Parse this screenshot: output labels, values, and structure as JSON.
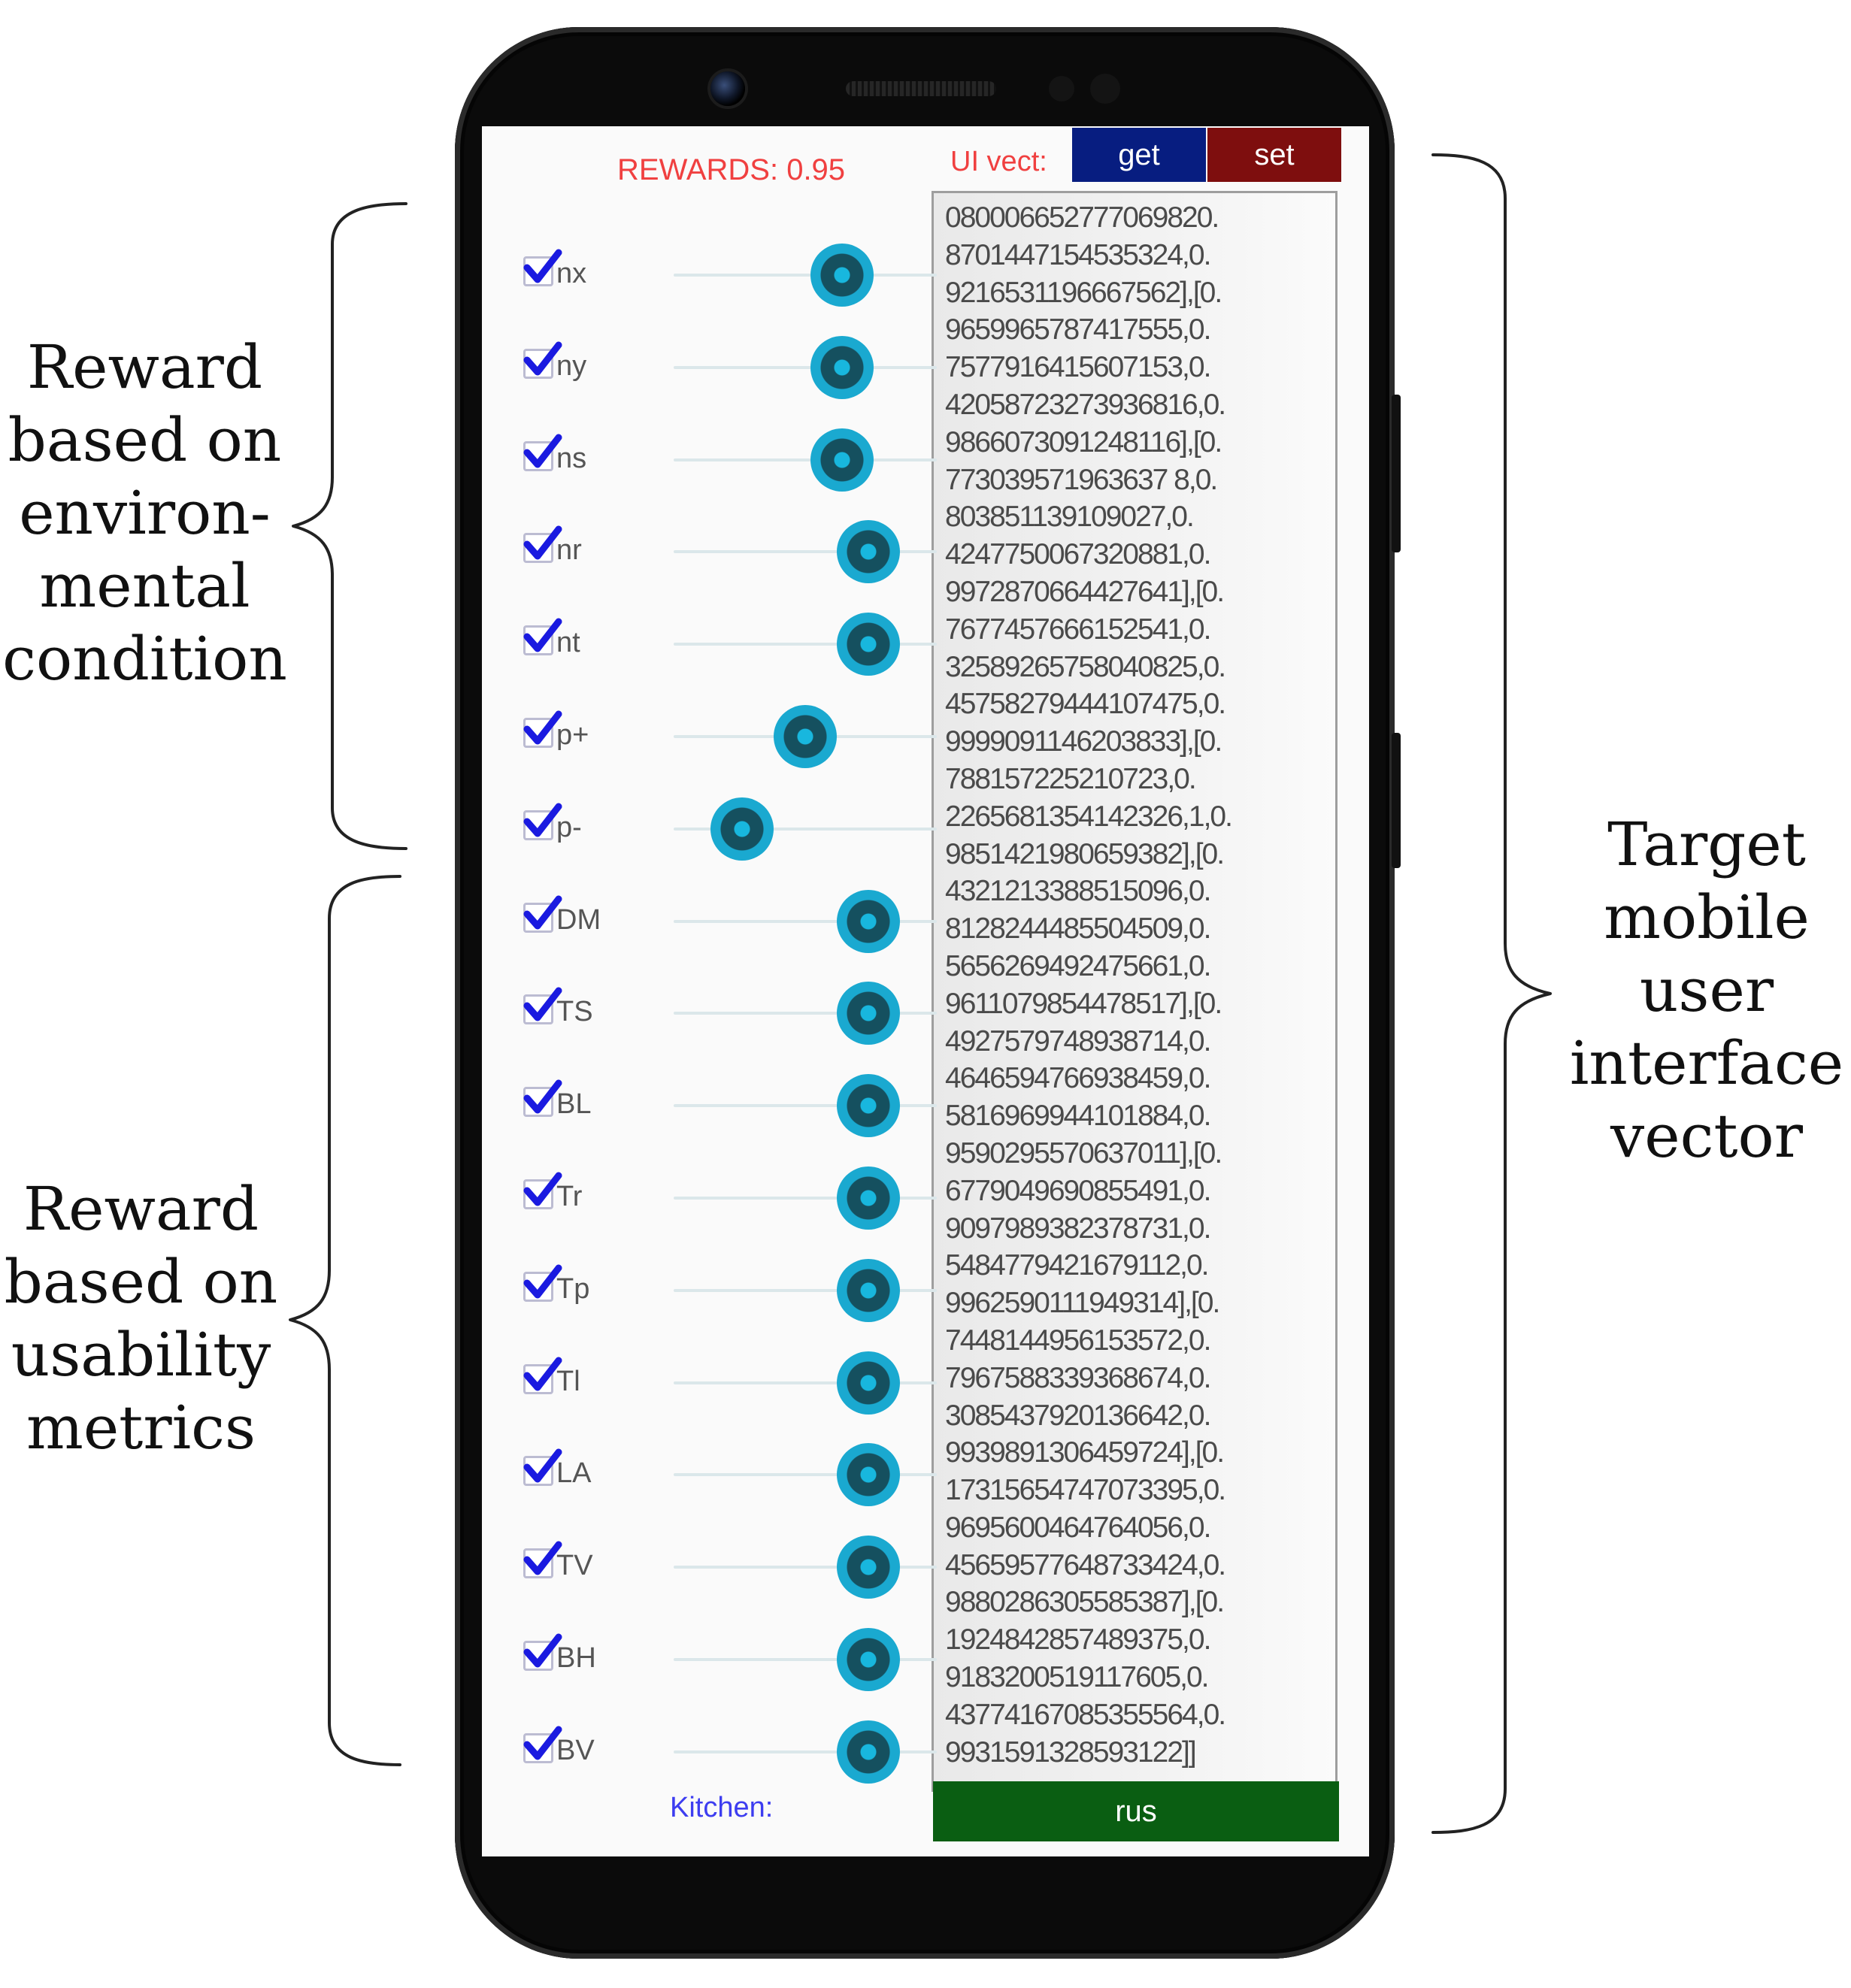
{
  "annotations": {
    "env_reward": [
      "Reward",
      "based on",
      "environ-",
      "mental",
      "condition"
    ],
    "usability_reward": [
      "Reward",
      "based on",
      "usability",
      "metrics"
    ],
    "target_vector": [
      "Target",
      "mobile",
      "user",
      "interface",
      "vector"
    ]
  },
  "app": {
    "rewards_label": "REWARDS: 0.95",
    "ui_vect_label": "UI vect:",
    "get_button": "get",
    "set_button": "set",
    "kitchen_label": "Kitchen:",
    "run_button": "rus",
    "vector_text": "080006652777069820.\n8701447154535324,0.\n9216531196667562],[0.\n9659965787417555,0.\n7577916415607153,0.\n42058723273936816,0.\n9866073091248116],[0.\n773039571963637 8,0.\n803851139109027,0.\n4247750067320881,0.\n9972870664427641],[0.\n7677457666152541,0.\n32589265758040825,0.\n45758279444107475,0.\n9999091146203833],[0.\n788157225210723,0.\n2265681354142326,1,0.\n9851421980659382],[0.\n4321213388515096,0.\n8128244485504509,0.\n5656269492475661,0.\n9611079854478517],[0.\n4927579748938714,0.\n4646594766938459,0.\n5816969944101884,0.\n9590295570637011],[0.\n6779049690855491,0.\n9097989382378731,0.\n5484779421679112,0.\n9962590111949314],[0.\n7448144956153572,0.\n7967588339368674,0.\n3085437920136642,0.\n9939891306459724],[0.\n17315654747073395,0.\n9695600464764056,0.\n45659577648733424,0.\n9880286305585387],[0.\n1924842857489375,0.\n9183200519117605,0.\n43774167085355564,0.\n9931591328593122]]",
    "sliders": [
      {
        "label": "nx",
        "checked": true,
        "value": 0.64
      },
      {
        "label": "ny",
        "checked": true,
        "value": 0.64
      },
      {
        "label": "ns",
        "checked": true,
        "value": 0.64
      },
      {
        "label": "nr",
        "checked": true,
        "value": 0.74
      },
      {
        "label": "nt",
        "checked": true,
        "value": 0.74
      },
      {
        "label": "p+",
        "checked": true,
        "value": 0.5
      },
      {
        "label": "p-",
        "checked": true,
        "value": 0.26
      },
      {
        "label": "DM",
        "checked": true,
        "value": 0.74
      },
      {
        "label": "TS",
        "checked": true,
        "value": 0.74
      },
      {
        "label": "BL",
        "checked": true,
        "value": 0.74
      },
      {
        "label": "Tr",
        "checked": true,
        "value": 0.74
      },
      {
        "label": "Tp",
        "checked": true,
        "value": 0.74
      },
      {
        "label": "Tl",
        "checked": true,
        "value": 0.74
      },
      {
        "label": "LA",
        "checked": true,
        "value": 0.74
      },
      {
        "label": "TV",
        "checked": true,
        "value": 0.74
      },
      {
        "label": "BH",
        "checked": true,
        "value": 0.74
      },
      {
        "label": "BV",
        "checked": true,
        "value": 0.74
      }
    ]
  },
  "colors": {
    "rewards_text": "#f04040",
    "get_button": "#071d80",
    "set_button": "#7e0e0e",
    "run_button": "#0a5e12",
    "kitchen_text": "#3d3df0",
    "slider_thumb": "#15505f",
    "slider_center": "#18b7de",
    "check_mark": "#1a1ae0"
  }
}
